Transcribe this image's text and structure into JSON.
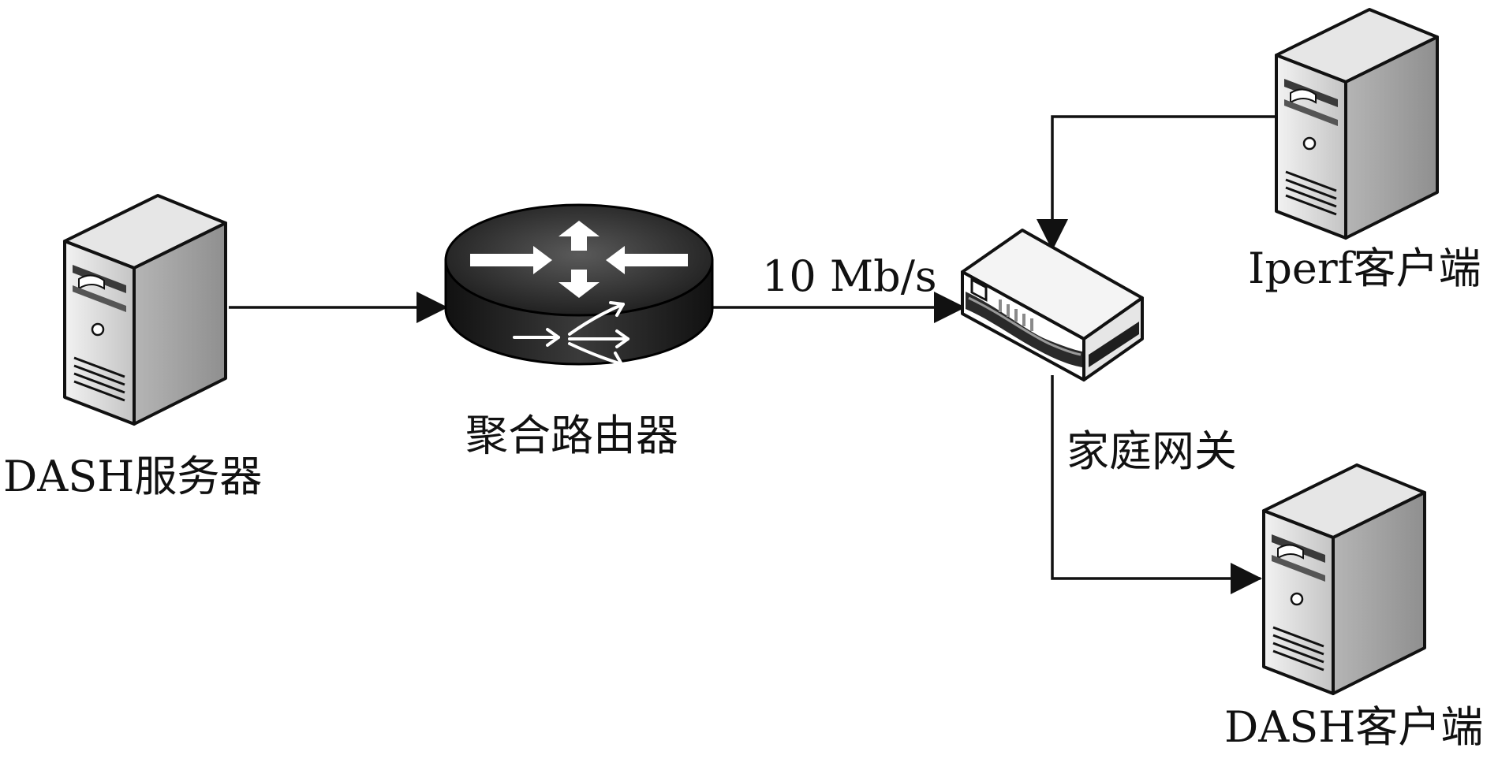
{
  "nodes": {
    "dash_server": {
      "label": "DASH服务器",
      "icon": "server-tower-icon"
    },
    "router": {
      "label": "聚合路由器",
      "icon": "router-icon"
    },
    "gateway": {
      "label": "家庭网关",
      "icon": "home-gateway-icon"
    },
    "iperf_client": {
      "label": "Iperf客户端",
      "icon": "server-tower-icon"
    },
    "dash_client": {
      "label": "DASH客户端",
      "icon": "server-tower-icon"
    }
  },
  "links": {
    "router_to_gateway": {
      "label": "10 Mb/s"
    }
  },
  "colors": {
    "line": "#111111",
    "server_face": "#cfcfcf",
    "server_side": "#a6a6a6",
    "router_body": "#1b1b1b",
    "icon_white": "#ffffff"
  }
}
